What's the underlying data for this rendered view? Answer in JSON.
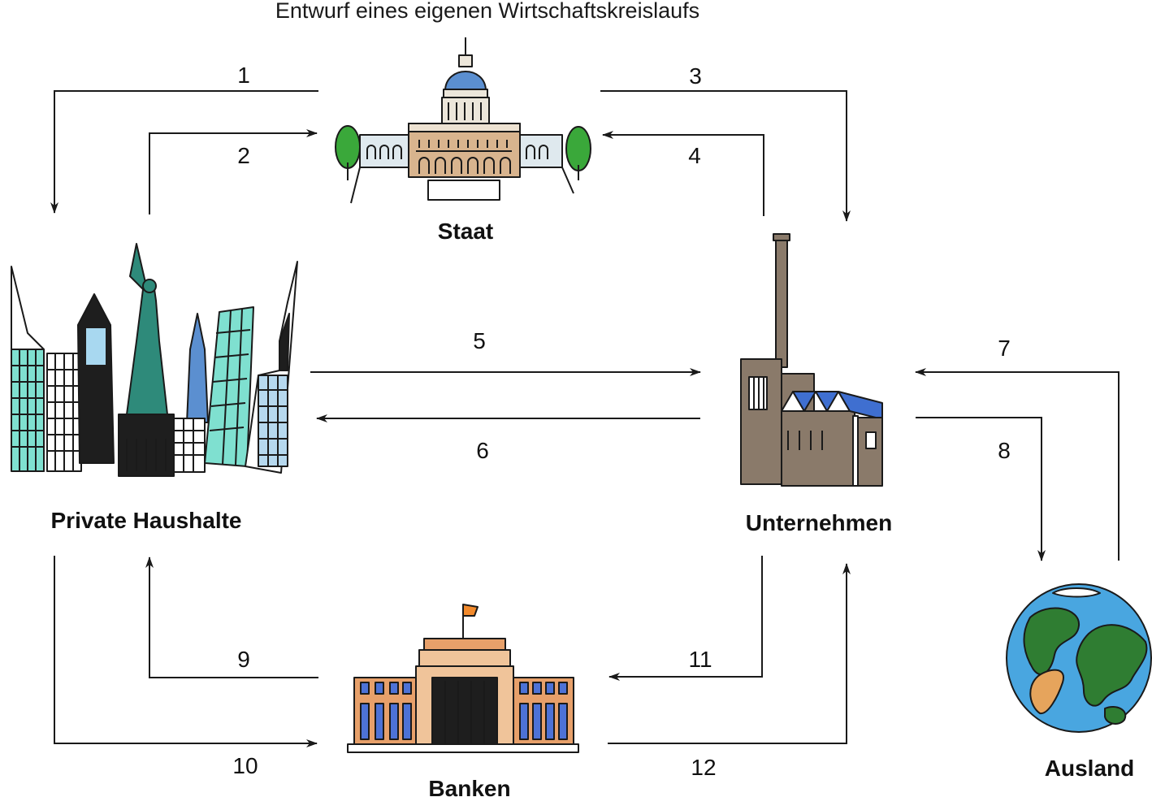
{
  "title": "Entwurf eines eigenen Wirtschaftskreislaufs",
  "nodes": {
    "staat": "Staat",
    "haushalte": "Private Haushalte",
    "unternehmen": "Unternehmen",
    "banken": "Banken",
    "ausland": "Ausland"
  },
  "icons": {
    "staat": "capitol-building-icon",
    "haushalte": "city-skyline-icon",
    "unternehmen": "factory-icon",
    "banken": "bank-building-icon",
    "ausland": "globe-icon"
  },
  "flows": {
    "f1": "1",
    "f2": "2",
    "f3": "3",
    "f4": "4",
    "f5": "5",
    "f6": "6",
    "f7": "7",
    "f8": "8",
    "f9": "9",
    "f10": "10",
    "f11": "11",
    "f12": "12"
  },
  "colors": {
    "line": "#1a1a1a",
    "dome_blue": "#5b8fd0",
    "tree_green": "#3aa83a",
    "building_beige": "#d8b48e",
    "factory_brown": "#8a7a6a",
    "roof_blue": "#3f6fd0",
    "skyscraper_teal": "#7fe0d0",
    "bank_orange": "#e7a06a",
    "bank_window_blue": "#4d72d6",
    "globe_ocean": "#49a6e0",
    "globe_land": "#2f7d32",
    "globe_sand": "#e6a45c"
  }
}
